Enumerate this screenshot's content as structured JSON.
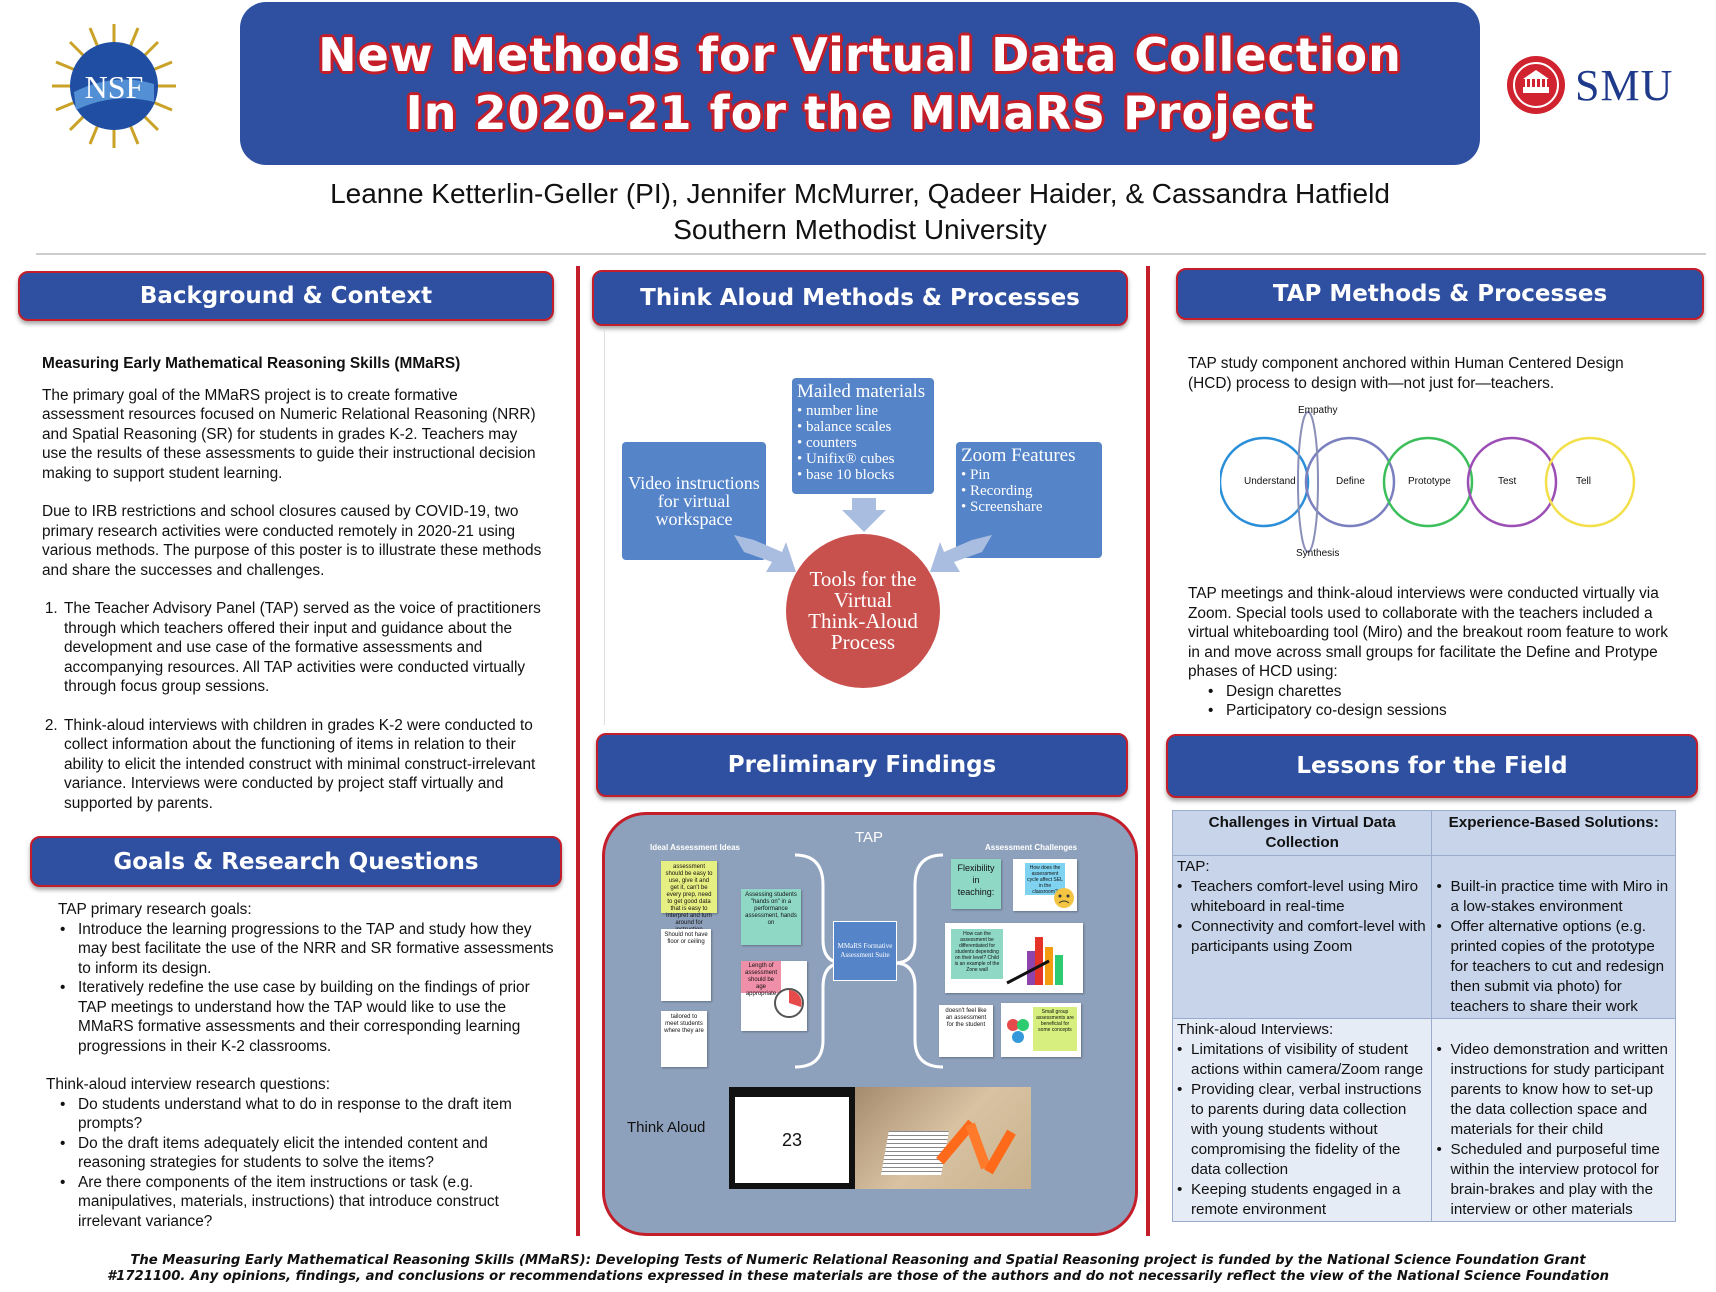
{
  "title": {
    "line1": "New Methods for Virtual Data Collection",
    "line2": "In 2020-21 for the MMaRS Project"
  },
  "logos": {
    "nsf": "NSF",
    "smu": "SMU"
  },
  "authors": {
    "names": "Leanne Ketterlin-Geller (PI), Jennifer McMurrer, Qadeer Haider, & Cassandra Hatfield",
    "affiliation": "Southern Methodist University"
  },
  "background": {
    "header": "Background & Context",
    "subtitle": "Measuring Early Mathematical Reasoning Skills (MMaRS)",
    "p1": "The primary goal of the MMaRS project is to create formative assessment resources focused on Numeric Relational Reasoning (NRR) and Spatial Reasoning (SR) for students in grades K-2. Teachers may use the results of these assessments to guide their instructional decision making to support student learning.",
    "p2": "Due to IRB restrictions and school closures caused by COVID-19, two primary research activities were conducted remotely in 2020-21 using various methods. The purpose of this poster is to illustrate these methods and share the successes and challenges.",
    "items": [
      "The Teacher Advisory Panel (TAP) served as the voice of practitioners through which teachers offered their input and guidance about the development and use case of the formative assessments and accompanying resources. All TAP activities were conducted virtually through focus group sessions.",
      "Think-aloud interviews with children in grades K-2 were conducted to collect information about the functioning of items in relation to their ability to elicit the intended construct with minimal construct-irrelevant variance. Interviews were conducted by project staff virtually and supported by parents."
    ]
  },
  "goals": {
    "header": "Goals & Research Questions",
    "tap_intro": "TAP primary research goals:",
    "tap_items": [
      "Introduce the learning progressions to the TAP and study how they may best facilitate the use of the NRR and SR formative assessments to inform its design.",
      "Iteratively redefine the use case by building on the findings of prior TAP meetings to understand how the TAP would like to use the MMaRS formative assessments and their corresponding learning progressions in their K-2 classrooms."
    ],
    "ta_intro": "Think-aloud interview research questions:",
    "ta_items": [
      "Do students understand what to do in response to the draft item prompts?",
      "Do the draft items adequately elicit the intended content and reasoning strategies for students to solve the items?",
      "Are there components of the item instructions or task (e.g. manipulatives, materials, instructions) that introduce construct irrelevant variance?"
    ]
  },
  "think_aloud": {
    "header": "Think Aloud Methods & Processes",
    "video_box": "Video instructions for virtual workspace",
    "mailed_title": "Mailed materials",
    "mailed_items": [
      "number line",
      "balance scales",
      "counters",
      "Unifix® cubes",
      "base 10 blocks"
    ],
    "zoom_title": "Zoom Features",
    "zoom_items": [
      "Pin",
      "Recording",
      "Screenshare"
    ],
    "center": "Tools for the Virtual Think-Aloud Process"
  },
  "tap": {
    "header": "TAP Methods & Processes",
    "p1": "TAP study component anchored within Human Centered Design (HCD) process to design with—not just for—teachers.",
    "hcd": {
      "empathy": "Empathy",
      "synthesis": "Synthesis",
      "stages": [
        "Understand",
        "Define",
        "Prototype",
        "Test",
        "Tell"
      ],
      "colors": [
        "#2a8fd8",
        "#7a7fc0",
        "#3cbf5a",
        "#9b4fb5",
        "#f2e04a"
      ]
    },
    "p2": "TAP meetings and think-aloud interviews were conducted virtually via Zoom. Special tools used to collaborate with the teachers included a virtual whiteboarding tool (Miro) and the breakout room feature to work in and move across small groups for facilitate the Define and Protype phases of HCD using:",
    "items": [
      "Design charettes",
      "Participatory co-design sessions"
    ]
  },
  "findings": {
    "header": "Preliminary Findings",
    "tap_label": "TAP",
    "ideal_label": "Ideal Assessment Ideas",
    "challenges_label": "Assessment Challenges",
    "center_box": "MMaRS Formative Assessment Suite",
    "notes_left": [
      "assessment should be easy to use, give it and get it, can't be every prep, need to get good data that is easy to interpret and turn around for instruction",
      "Assessing students \"hands on\" in a performance assessment, hands on",
      "Should not have floor or ceiling",
      "Length of assessment should be age appropriate",
      "tailored to meet students where they are"
    ],
    "notes_right": [
      "Flexibility in teaching:",
      "How does the assessment cycle affect SEL in the classroom?",
      "How can the assessment be differentiated for students depending on their level? Child is an example of the Zone wall",
      "doesn't feel like an assessment for the student",
      "Small group assessments are beneficial for some concepts"
    ],
    "think_aloud_label": "Think Aloud",
    "video_number": "23"
  },
  "lessons": {
    "header": "Lessons for the Field",
    "col1": "Challenges in Virtual Data Collection",
    "col2": "Experience-Based Solutions:",
    "tap_label": "TAP:",
    "tap_challenges": [
      "Teachers comfort-level using Miro whiteboard in real-time",
      "Connectivity and comfort-level with participants using Zoom"
    ],
    "tap_solutions": [
      "Built-in practice time with Miro in a low-stakes environment",
      "Offer alternative options (e.g. printed copies of the prototype for teachers to cut and redesign then submit via photo) for teachers to share their work"
    ],
    "ta_label": "Think-aloud Interviews:",
    "ta_challenges": [
      "Limitations of visibility of student actions within camera/Zoom range",
      "Providing clear, verbal instructions to parents during data collection with young students without compromising the fidelity of the data collection",
      "Keeping students engaged in a remote environment"
    ],
    "ta_solutions": [
      "Video demonstration and written instructions for study participant parents to know how to set-up the data collection space and materials for their child",
      "Scheduled and purposeful time within the interview protocol for brain-brakes and play with the interview or other materials"
    ]
  },
  "footer": {
    "line1": "The Measuring Early Mathematical Reasoning Skills (MMaRS): Developing Tests of Numeric Relational Reasoning and Spatial Reasoning project is funded by the National Science Foundation Grant",
    "line2": "#1721100.  Any opinions, findings, and conclusions or recommendations expressed in these materials are those of the authors and do not necessarily reflect the view of the National Science Foundation"
  },
  "colors": {
    "brand_blue": "#2f4fa0",
    "accent_red": "#c41e2a",
    "diagram_blue": "#5584c8",
    "center_red": "#c8504d"
  }
}
